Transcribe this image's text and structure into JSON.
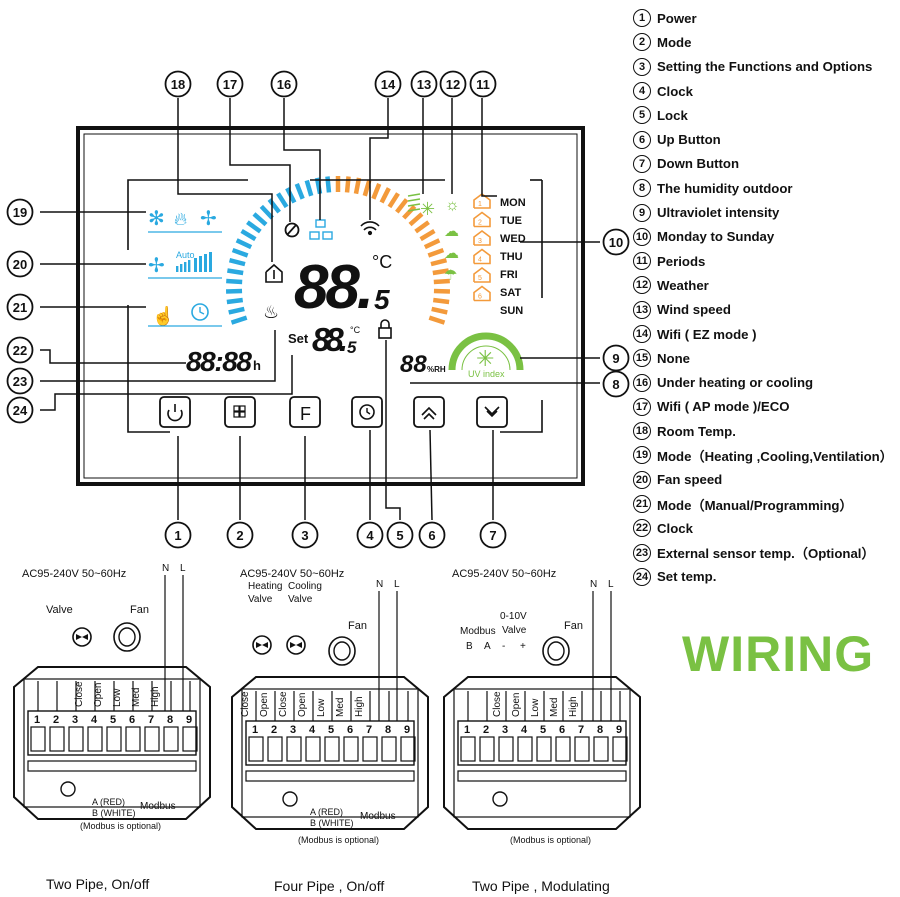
{
  "legend": [
    {
      "n": "1",
      "t": "Power"
    },
    {
      "n": "2",
      "t": "Mode"
    },
    {
      "n": "3",
      "t": "Setting the Functions and Options"
    },
    {
      "n": "4",
      "t": "Clock"
    },
    {
      "n": "5",
      "t": "Lock"
    },
    {
      "n": "6",
      "t": "Up Button"
    },
    {
      "n": "7",
      "t": "Down Button"
    },
    {
      "n": "8",
      "t": "The humidity outdoor"
    },
    {
      "n": "9",
      "t": "Ultraviolet intensity"
    },
    {
      "n": "10",
      "t": "Monday to Sunday"
    },
    {
      "n": "11",
      "t": "Periods"
    },
    {
      "n": "12",
      "t": "Weather"
    },
    {
      "n": "13",
      "t": "Wind speed"
    },
    {
      "n": "14",
      "t": "Wifi ( EZ mode )"
    },
    {
      "n": "15",
      "t": "None"
    },
    {
      "n": "16",
      "t": "Under heating or cooling"
    },
    {
      "n": "17",
      "t": "Wifi ( AP mode )/ECO"
    },
    {
      "n": "18",
      "t": "Room Temp."
    },
    {
      "n": "19",
      "t": "Mode（Heating ,Cooling,Ventilation）"
    },
    {
      "n": "20",
      "t": "Fan speed"
    },
    {
      "n": "21",
      "t": "Mode（Manual/Programming）"
    },
    {
      "n": "22",
      "t": "Clock"
    },
    {
      "n": "23",
      "t": " External sensor temp.（Optional）"
    },
    {
      "n": "24",
      "t": "Set temp."
    }
  ],
  "display": {
    "room_temp": "88.",
    "room_temp_dec": "5",
    "unit_c": "°C",
    "set_label": "Set",
    "set_temp": "88.",
    "set_temp_dec": "5",
    "set_unit": "°C",
    "clock": "88:88",
    "clock_suffix": "h",
    "humidity": "88",
    "humidity_unit": "%RH",
    "uv_label": "UV index",
    "fan_auto": "Auto",
    "days": [
      "MON",
      "TUE",
      "WED",
      "THU",
      "FRI",
      "SAT",
      "SUN"
    ],
    "periods": [
      "1",
      "2",
      "3",
      "4",
      "5",
      "6"
    ],
    "buttons": [
      "F"
    ]
  },
  "wiring": {
    "title": "WIRING",
    "supply": "AC95-240V  50~60Hz",
    "n": "N",
    "l": "L",
    "terminals": [
      "1",
      "2",
      "3",
      "4",
      "5",
      "6",
      "7",
      "8",
      "9"
    ],
    "two_pipe": {
      "caption": "Two Pipe, On/off",
      "valve": "Valve",
      "fan": "Fan",
      "labels": [
        "Close",
        "Open",
        "Low",
        "Med",
        "High"
      ],
      "modbus_a": "A (RED)",
      "modbus_b": "B (WHITE)",
      "modbus": "Modbus",
      "modbus_note": "(Modbus is optional)"
    },
    "four_pipe": {
      "caption": "Four Pipe , On/off",
      "heating_valve": "Heating\nValve",
      "cooling_valve": "Cooling\nValve",
      "fan": "Fan",
      "labels": [
        "Close",
        "Open",
        "Close",
        "Open",
        "Low",
        "Med",
        "High"
      ],
      "modbus_a": "A (RED)",
      "modbus_b": "B (WHITE)",
      "modbus": "Modbus",
      "modbus_note": "(Modbus is optional)"
    },
    "modulating": {
      "caption": "Two Pipe , Modulating",
      "modbus": "Modbus",
      "valve": "0-10V\nValve",
      "fan": "Fan",
      "bus_labels": [
        "B",
        "A",
        "-",
        "+"
      ],
      "labels": [
        "Close",
        "Open",
        "Low",
        "Med",
        "High"
      ],
      "modbus_note": "(Modbus is optional)"
    }
  },
  "colors": {
    "green": "#7ac143",
    "blue": "#2aa9e0",
    "orange": "#f39a3b",
    "dark": "#111111"
  }
}
